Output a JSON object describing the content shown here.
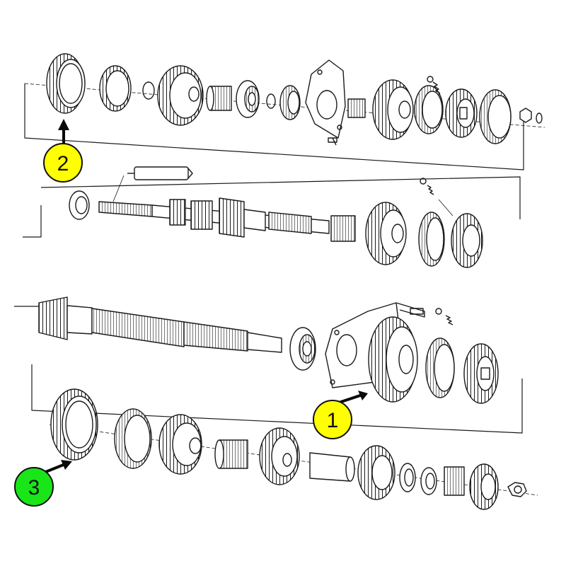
{
  "colors": {
    "line": "#1a1a1a",
    "paper": "#ffffff",
    "callout_yellow": "#ffff00",
    "callout_green": "#19e619",
    "arrow": "#0a0a0a"
  },
  "callouts": [
    {
      "label": "1",
      "color": "yellow",
      "refers_to": "countershaft-drive-gear"
    },
    {
      "label": "2",
      "color": "yellow",
      "refers_to": "synchro-ring-upper-row"
    },
    {
      "label": "3",
      "color": "green",
      "refers_to": "synchro-ring-lower-row"
    }
  ]
}
